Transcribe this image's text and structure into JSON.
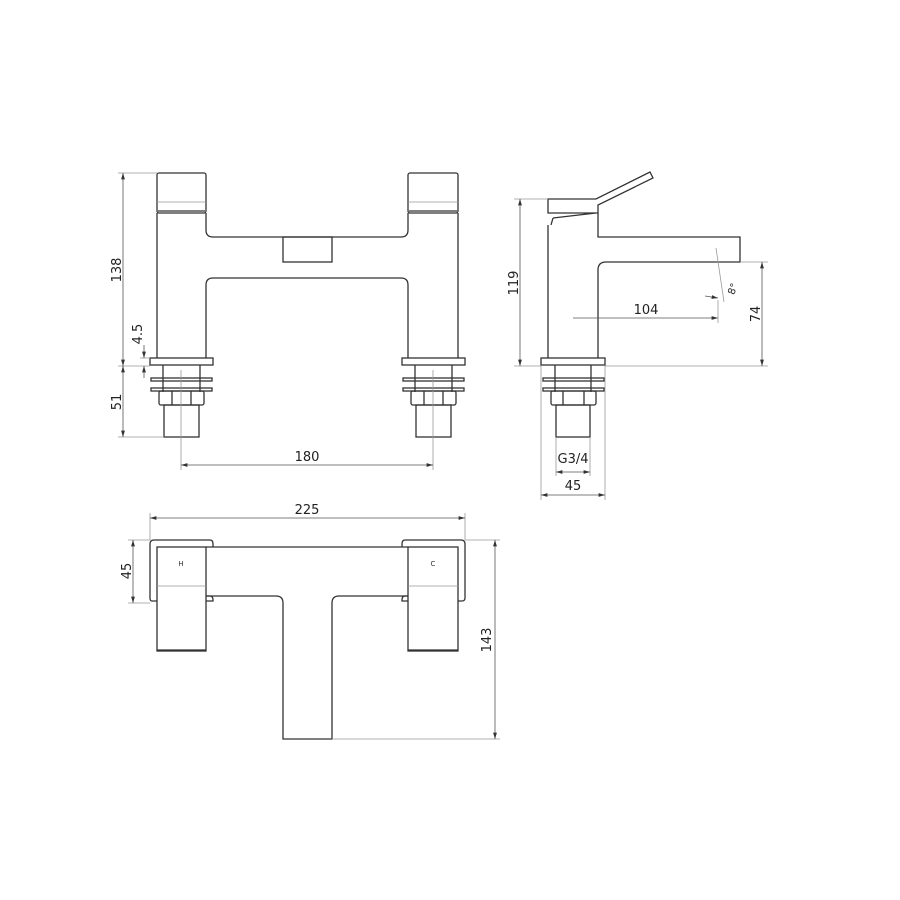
{
  "dimensions": {
    "front_height": "138",
    "front_plate": "4.5",
    "front_shank": "51",
    "front_centres": "180",
    "side_height": "119",
    "side_spout_reach": "104",
    "side_spout_height": "74",
    "side_angle": "8°",
    "side_thread": "G3/4",
    "side_base_width": "45",
    "top_width": "225",
    "top_handle_depth": "45",
    "top_depth": "143"
  },
  "labels": {
    "hot": "H",
    "cold": "C"
  }
}
